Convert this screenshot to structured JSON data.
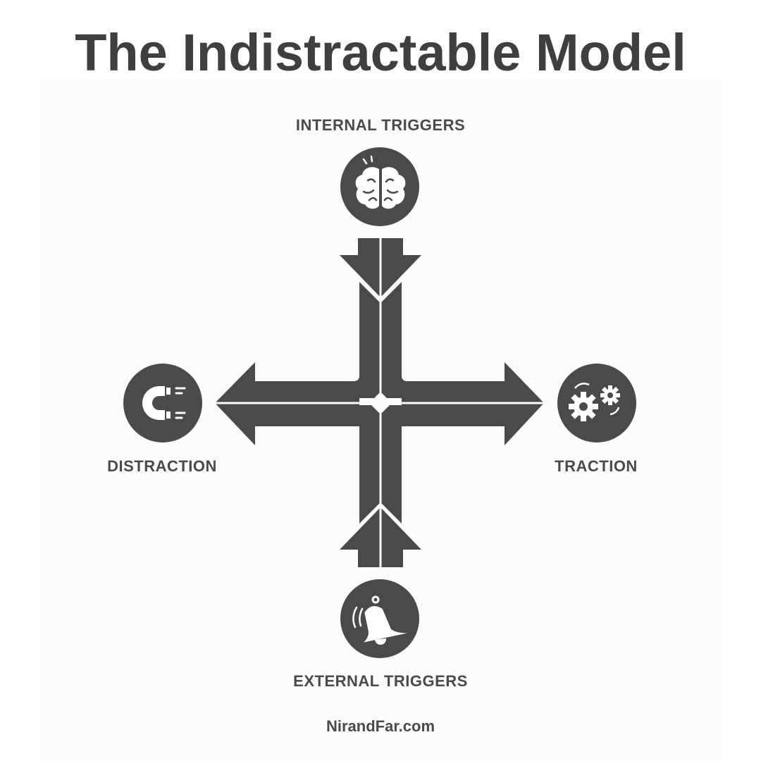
{
  "title": "The Indistractable Model",
  "nodes": {
    "internal": {
      "label": "INTERNAL TRIGGERS",
      "icon": "brain-icon"
    },
    "external": {
      "label": "EXTERNAL TRIGGERS",
      "icon": "bell-icon"
    },
    "distraction": {
      "label": "DISTRACTION",
      "icon": "magnet-icon"
    },
    "traction": {
      "label": "TRACTION",
      "icon": "gears-icon"
    }
  },
  "footer": "NirandFar.com",
  "colors": {
    "primary": "#4a4a4a",
    "text": "#3f3f3f",
    "background": "#fcfcfc"
  }
}
